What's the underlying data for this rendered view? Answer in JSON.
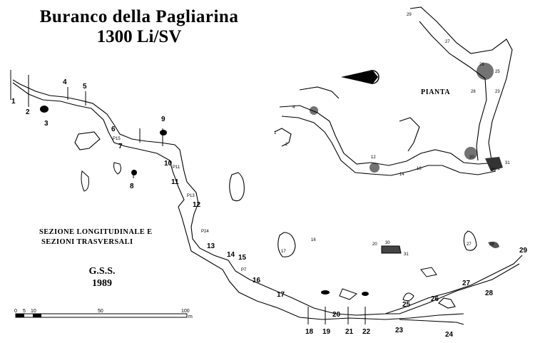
{
  "title": {
    "name": "Buranco della Pagliarina",
    "code": "1300  Li/SV"
  },
  "caption": {
    "line1": "SEZIONE LONGITUDINALE E",
    "line2": "SEZIONI TRASVERSALI"
  },
  "credits": {
    "group": "G.S.S.",
    "year": "1989"
  },
  "plan_label": "PIANTA",
  "scale_bar": {
    "ticks": [
      "0",
      "5",
      "10",
      "50",
      "100"
    ],
    "unit": "m"
  },
  "section_labels": [
    {
      "t": "1"
    },
    {
      "t": "2"
    },
    {
      "t": "3"
    },
    {
      "t": "4"
    },
    {
      "t": "5"
    },
    {
      "t": "6"
    },
    {
      "t": "7"
    },
    {
      "t": "8"
    },
    {
      "t": "9"
    },
    {
      "t": "10"
    },
    {
      "t": "11"
    },
    {
      "t": "12"
    },
    {
      "t": "13"
    },
    {
      "t": "14"
    },
    {
      "t": "15"
    },
    {
      "t": "16"
    },
    {
      "t": "17"
    },
    {
      "t": "18"
    },
    {
      "t": "19"
    },
    {
      "t": "20"
    },
    {
      "t": "21"
    },
    {
      "t": "22"
    },
    {
      "t": "23"
    },
    {
      "t": "24"
    },
    {
      "t": "25"
    },
    {
      "t": "26"
    },
    {
      "t": "27"
    },
    {
      "t": "28"
    },
    {
      "t": "29"
    }
  ],
  "pit_labels": [
    "P15",
    "P11",
    "P13",
    "P24",
    "P7"
  ],
  "plan_labels": [
    "29",
    "27",
    "26",
    "25",
    "28",
    "23",
    "31",
    "30",
    "20",
    "16",
    "12",
    "14",
    "4",
    "2",
    "1"
  ],
  "section_detail_labels": [
    "16",
    "17",
    "20",
    "30",
    "31",
    "27",
    "28"
  ]
}
